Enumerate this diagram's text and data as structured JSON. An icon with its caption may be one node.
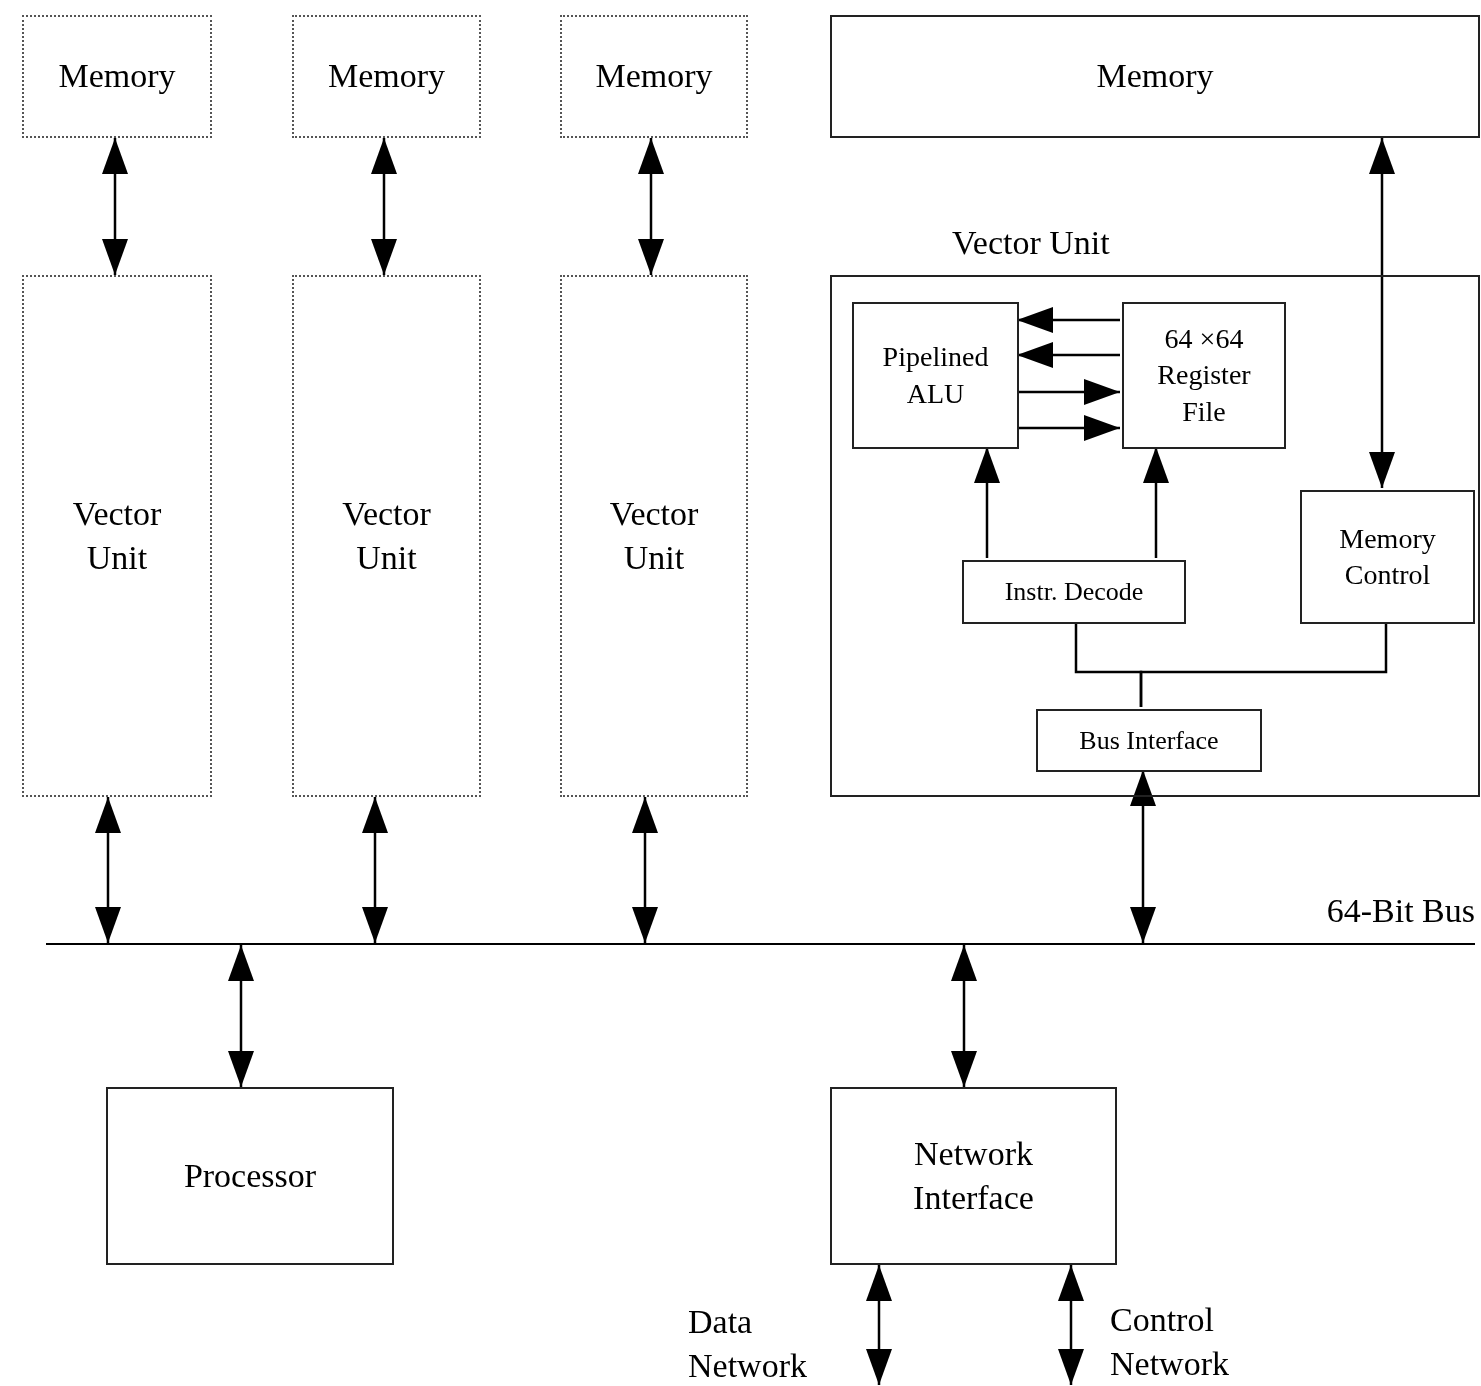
{
  "diagram": {
    "nodes": [
      {
        "text": [
          "Memory"
        ]
      },
      {
        "text": [
          "Memory"
        ]
      },
      {
        "text": [
          "Memory"
        ]
      },
      {
        "text": [
          "Memory"
        ]
      },
      {
        "text": [
          "Vector Unit"
        ]
      },
      {
        "text": [
          "Vector Unit"
        ]
      },
      {
        "text": [
          "Vector Unit"
        ]
      },
      {
        "text": [
          "Vector Unit"
        ]
      },
      {
        "text": [
          "Pipelined ALU"
        ],
        "in": 7
      },
      {
        "text": [
          "64 ×64 Register File"
        ],
        "in": 7
      },
      {
        "text": [
          "Instr. Decode"
        ],
        "in": 7
      },
      {
        "text": [
          "Memory Control"
        ],
        "in": 7
      },
      {
        "text": [
          "Bus Interface"
        ],
        "in": 7
      },
      {
        "text": [],
        "shape": "bar",
        "beside": [
          "64-Bit Bus"
        ]
      },
      {
        "text": [
          "Processor"
        ]
      },
      {
        "text": [
          "Network Interface"
        ]
      }
    ],
    "edges": [
      {
        "from": 0,
        "to": 4,
        "arrow": "both"
      },
      {
        "from": 1,
        "to": 5,
        "arrow": "both"
      },
      {
        "from": 2,
        "to": 6,
        "arrow": "both"
      },
      {
        "from": 3,
        "to": 11,
        "arrow": "both"
      },
      {
        "from": 9,
        "to": 8,
        "arrow": "to"
      },
      {
        "from": 9,
        "to": 8,
        "arrow": "to"
      },
      {
        "from": 8,
        "to": 9,
        "arrow": "to"
      },
      {
        "from": 8,
        "to": 9,
        "arrow": "to"
      },
      {
        "from": 10,
        "to": 8,
        "arrow": "to"
      },
      {
        "from": 10,
        "to": 9,
        "arrow": "to"
      },
      {
        "from": 10,
        "to": 12,
        "arrow": "none"
      },
      {
        "from": 11,
        "to": 12,
        "arrow": "none"
      },
      {
        "from": 12,
        "to": 13,
        "arrow": "both"
      },
      {
        "from": 4,
        "to": 13,
        "arrow": "both"
      },
      {
        "from": 5,
        "to": 13,
        "arrow": "both"
      },
      {
        "from": 6,
        "to": 13,
        "arrow": "both"
      },
      {
        "from": 13,
        "to": 14,
        "arrow": "both"
      },
      {
        "from": 13,
        "to": 15,
        "arrow": "both"
      },
      {
        "from": 15,
        "to": null,
        "arrow": "both",
        "label": "Data Network"
      },
      {
        "from": 15,
        "to": null,
        "arrow": "both",
        "label": "Control Network"
      }
    ]
  }
}
